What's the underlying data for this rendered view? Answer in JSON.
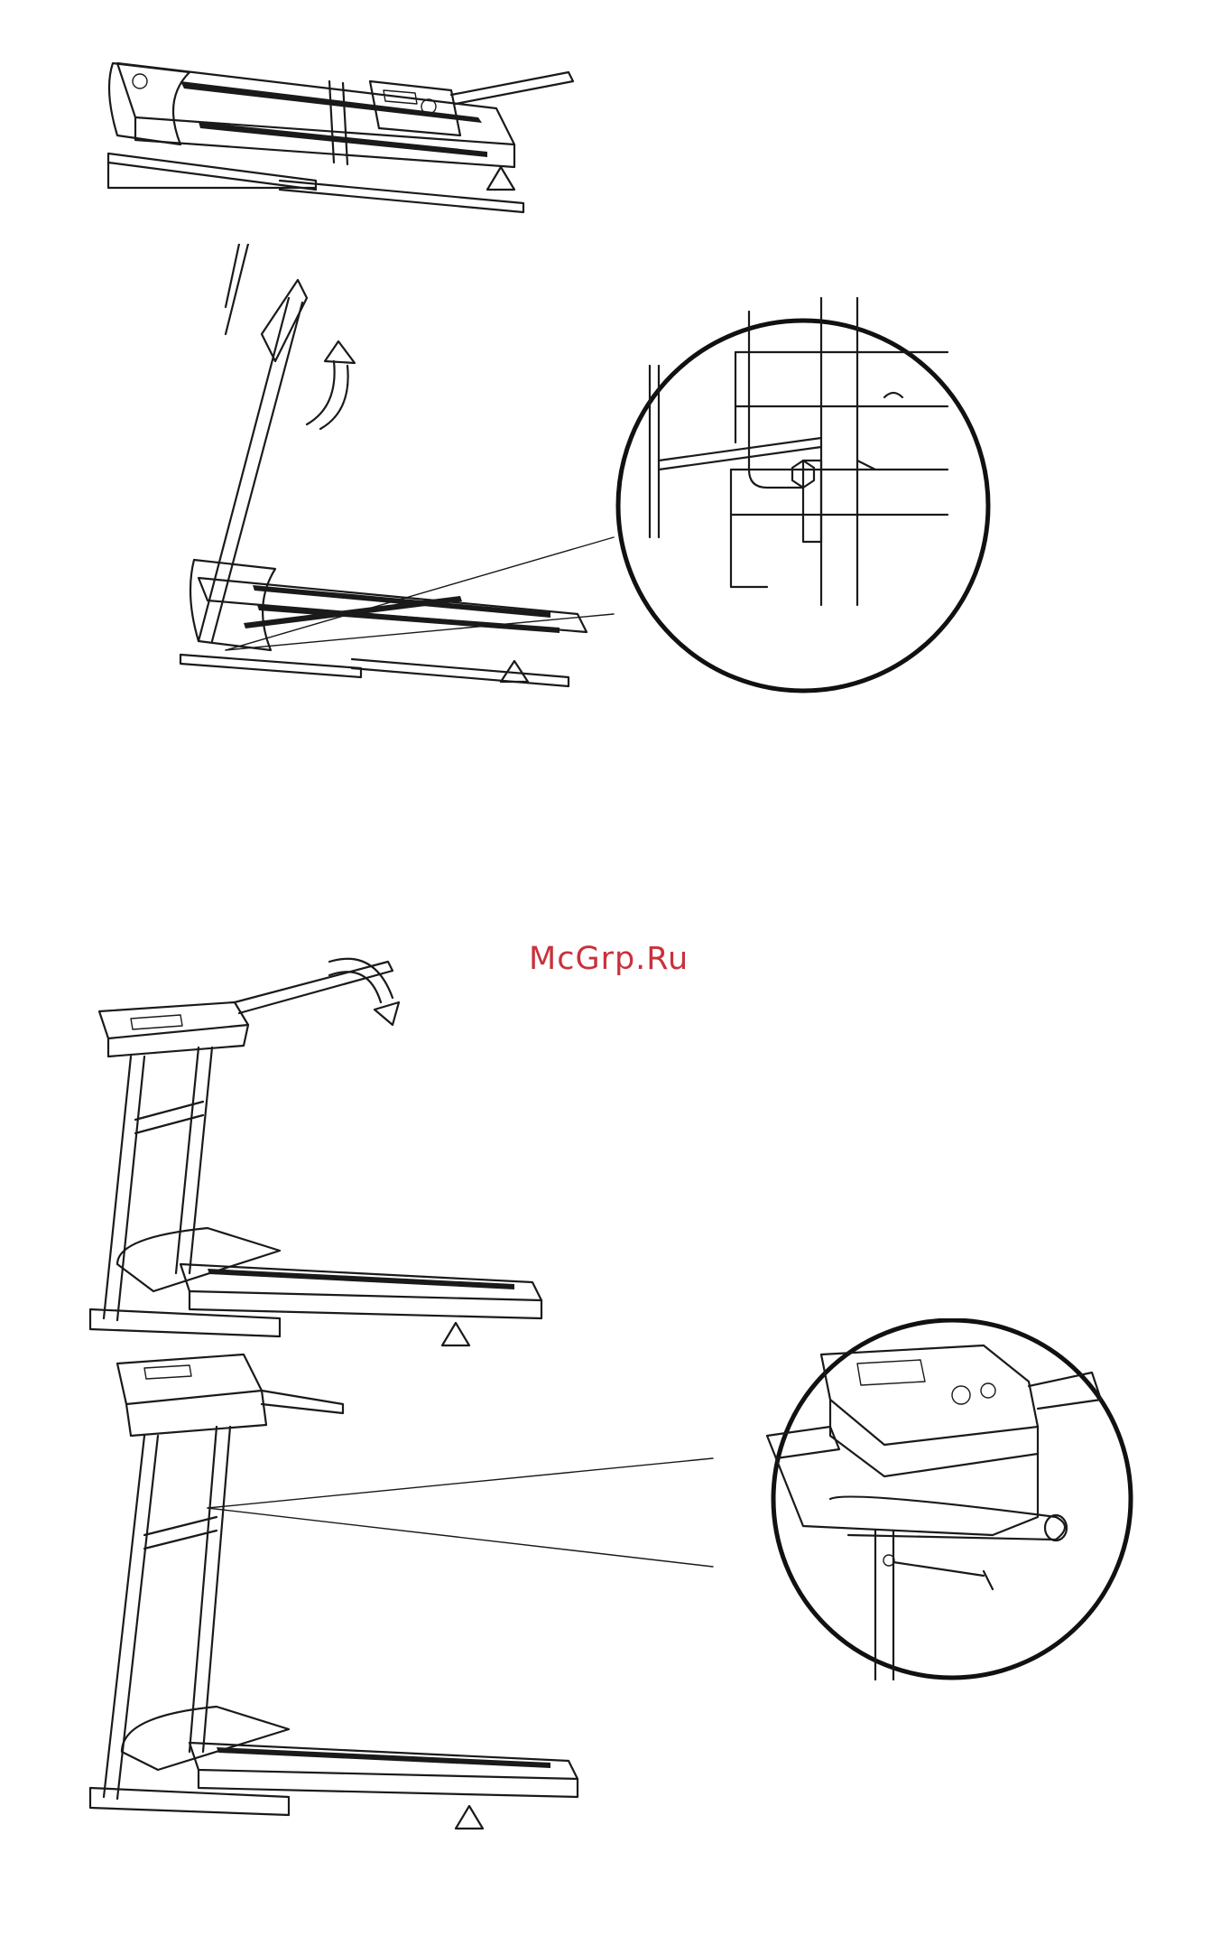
{
  "watermark": {
    "text": "McGrp.Ru",
    "color": "#c8323c"
  },
  "figures": [
    {
      "id": "folded-treadmill",
      "icon": "treadmill-folded-flat"
    },
    {
      "id": "treadmill-upright-with-pin-detail",
      "icon": "treadmill-lift-arrow"
    },
    {
      "id": "treadmill-unfolding",
      "icon": "treadmill-lower-arrow"
    },
    {
      "id": "treadmill-console-with-knob-detail",
      "icon": "treadmill-console-knob"
    }
  ]
}
